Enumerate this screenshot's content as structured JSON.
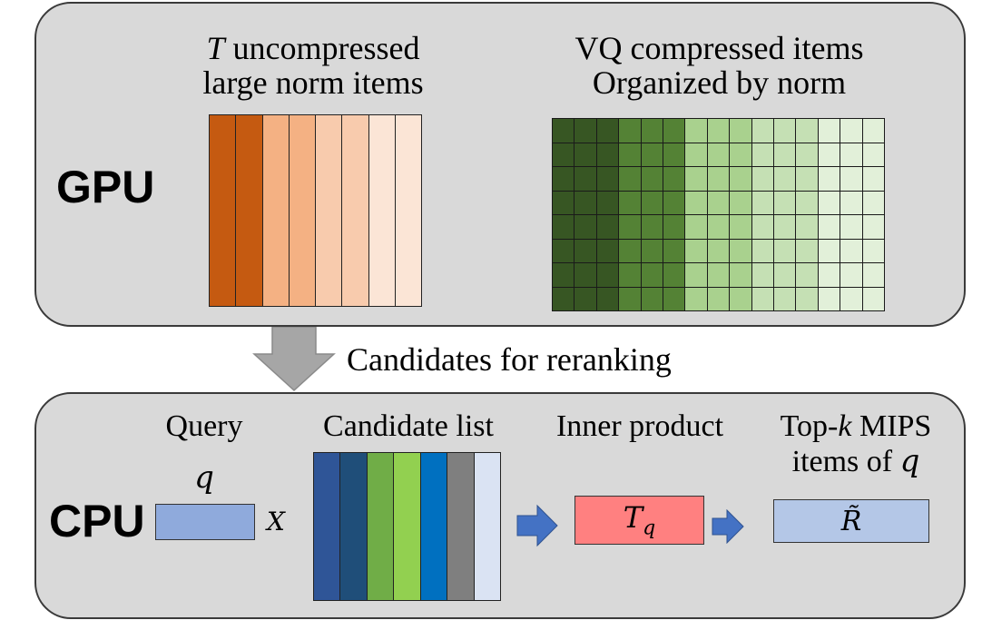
{
  "gpu": {
    "label": "GPU",
    "uncompressed_title_var": "T",
    "uncompressed_title_line1_rest": " uncompressed",
    "uncompressed_title_line2": "large norm items",
    "uncompressed_strip_colors": [
      "#c55a11",
      "#c55a11",
      "#f4b183",
      "#f4b183",
      "#f8cbad",
      "#f8cbad",
      "#fbe5d6",
      "#fbe5d6"
    ],
    "compressed_title_line1": "VQ compressed items",
    "compressed_title_line2": "Organized by norm",
    "compressed_column_colors": [
      "#375623",
      "#375623",
      "#375623",
      "#548235",
      "#548235",
      "#548235",
      "#a9d18e",
      "#a9d18e",
      "#a9d18e",
      "#c5e0b4",
      "#c5e0b4",
      "#c5e0b4",
      "#e2f0d9",
      "#e2f0d9",
      "#e2f0d9"
    ],
    "compressed_rows": 8
  },
  "transfer": {
    "label": "Candidates for reranking",
    "arrow_color": "#a6a6a6"
  },
  "cpu": {
    "label": "CPU",
    "query_label": "Query",
    "query_var": "q",
    "query_color": "#8faadc",
    "times_symbol": "X",
    "candidate_label": "Candidate list",
    "candidate_colors": [
      "#2f5597",
      "#1f4e79",
      "#70ad47",
      "#92d050",
      "#0070c0",
      "#7f7f7f",
      "#dae3f3"
    ],
    "inner_product_label": "Inner product",
    "inner_product_var": "T",
    "inner_product_sub": "q",
    "inner_product_color": "#ff8080",
    "topk_line1_pre": "Top-",
    "topk_line1_var": "k",
    "topk_line1_post": " MIPS",
    "topk_line2_pre": "items of ",
    "topk_line2_var": "q",
    "result_var": "R̃",
    "result_color": "#b4c7e7",
    "arrow_color": "#4472c4"
  }
}
